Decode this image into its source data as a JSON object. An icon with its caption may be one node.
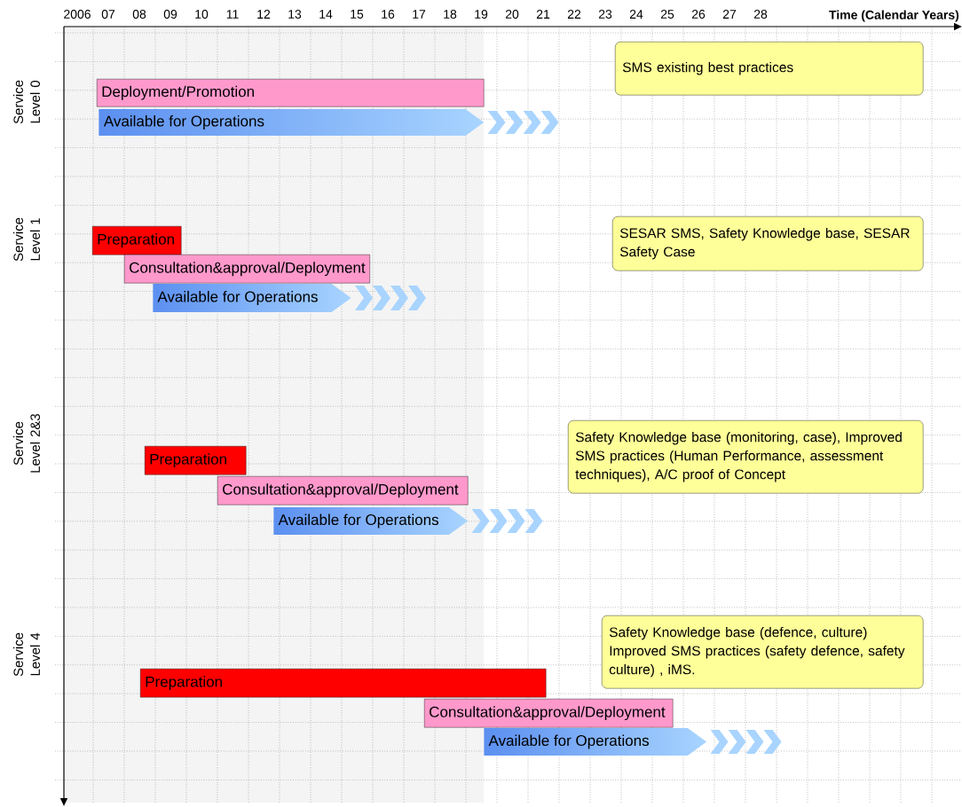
{
  "diagram": {
    "nodes": [
      {
        "text": [
          "SMS existing best practices"
        ]
      },
      {
        "text": [
          "Deployment/Promotion"
        ]
      },
      {
        "text": [
          "Available for Operations"
        ]
      },
      {
        "text": [
          "SESAR SMS, Safety Knowledge base, SESAR Safety Case"
        ]
      },
      {
        "text": [
          "Preparation"
        ]
      },
      {
        "text": [
          "Consultation&approval/Deployment"
        ]
      },
      {
        "text": [
          "Available for Operations"
        ]
      },
      {
        "text": [
          "Safety Knowledge base (monitoring, case), Improved SMS practices (Human Performance, assessment techniques), A/C proof of Concept"
        ]
      },
      {
        "text": [
          "Preparation"
        ]
      },
      {
        "text": [
          "Consultation&approval/Deployment"
        ]
      },
      {
        "text": [
          "Available for Operations"
        ]
      },
      {
        "text": [
          "Safety Knowledge base (defence, culture) Improved SMS practices (safety defence, safety culture) , iMS."
        ]
      },
      {
        "text": [
          "Preparation"
        ]
      },
      {
        "text": [
          "Consultation&approval/Deployment"
        ]
      },
      {
        "text": [
          "Available for Operations"
        ]
      }
    ],
    "labels": [
      "2006",
      "07",
      "08",
      "09",
      "10",
      "11",
      "12",
      "13",
      "14",
      "15",
      "16",
      "17",
      "18",
      "19",
      "20",
      "21",
      "22",
      "23",
      "24",
      "25",
      "26",
      "27",
      "28",
      "Time (Calendar Years)",
      "Service Level 0",
      "Service Level 1",
      "Service Level 2&3",
      "Service Level 4"
    ]
  }
}
